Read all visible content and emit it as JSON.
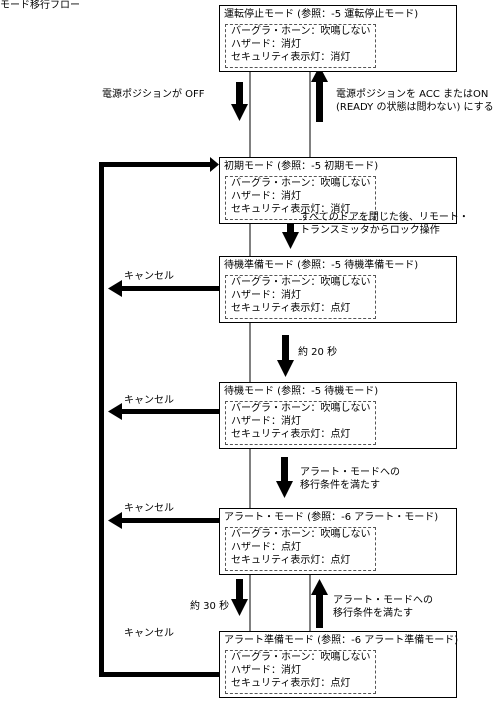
{
  "page_title": "モード移行フロー",
  "states": [
    {
      "title": "運転停止モード (参照：-5 運転停止モード)",
      "lines": [
        "バーグラ・ホーン：吹鳴しない",
        "ハザード：消灯",
        "セキュリティ表示灯：消灯"
      ]
    },
    {
      "title": "初期モード (参照：-5 初期モード)",
      "lines": [
        "バーグラ・ホーン：吹鳴しない",
        "ハザード：消灯",
        "セキュリティ表示灯：消灯"
      ]
    },
    {
      "title": "待機準備モード (参照：-5 待機準備モード)",
      "lines": [
        "バーグラ・ホーン：吹鳴しない",
        "ハザード：消灯",
        "セキュリティ表示灯：点灯"
      ]
    },
    {
      "title": "待機モード (参照：-5 待機モード)",
      "lines": [
        "バーグラ・ホーン：吹鳴しない",
        "ハザード：消灯",
        "セキュリティ表示灯：点灯"
      ]
    },
    {
      "title": "アラート・モード (参照：-6 アラート・モード)",
      "lines": [
        "バーグラ・ホーン：吹鳴しない",
        "ハザード：点灯",
        "セキュリティ表示灯：点灯"
      ]
    },
    {
      "title": "アラート準備モード (参照：-6 アラート準備モード)",
      "lines": [
        "バーグラ・ホーン：吹鳴しない",
        "ハザード：消灯",
        "セキュリティ表示灯：点灯"
      ]
    }
  ],
  "transitions": {
    "power_off": "電源ポジションが OFF",
    "power_on": [
      "電源ポジションを ACC またはON",
      "(READY の状態は問わない) にする"
    ],
    "lock": [
      "すべてのドアを閉じた後、リモート・",
      "トランスミッタからロック操作"
    ],
    "wait20": "約 20 秒",
    "alert_cond_down": [
      "アラート・モードへの",
      "移行条件を満たす"
    ],
    "wait30": "約 30 秒",
    "alert_cond_up": [
      "アラート・モードへの",
      "移行条件を満たす"
    ]
  },
  "cancel_label": "キャンセル"
}
